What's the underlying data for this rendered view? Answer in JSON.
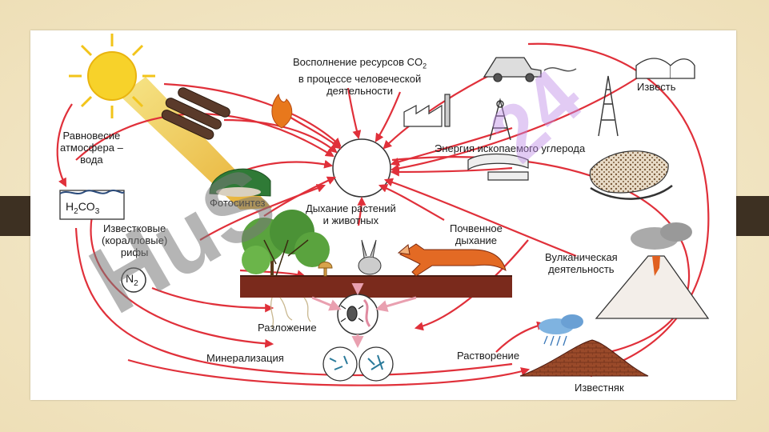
{
  "labels": {
    "replenish_line1": "Восполнение ресурсов CO",
    "replenish_sub": "2",
    "replenish_line2": "в процессе человеческой",
    "replenish_line3": "деятельности",
    "lime": "Известь",
    "equilibrium_line1": "Равновесие",
    "equilibrium_line2": "атмосфера –",
    "equilibrium_line3": "вода",
    "fossil_energy": "Энергия ископаемого углерода",
    "photosynthesis": "Фотосинтез",
    "respiration_line1": "Дыхание растений",
    "respiration_line2": "и животных",
    "reefs_line1": "Известковые",
    "reefs_line2": "(коралловые)",
    "reefs_line3": "рифы",
    "soil_resp_line1": "Почвенное",
    "soil_resp_line2": "дыхание",
    "volcanic_line1": "Вулканическая",
    "volcanic_line2": "деятельность",
    "decomposition": "Разложение",
    "mineralization": "Минерализация",
    "dissolution": "Растворение",
    "limestone": "Известняк"
  },
  "formulas": {
    "h2co3_h": "H",
    "h2co3_sub1": "2",
    "h2co3_co": "CO",
    "h2co3_sub2": "3",
    "n2_n": "N",
    "n2_sub": "2"
  },
  "watermark": {
    "main": "HuS",
    "corner": "24"
  },
  "colors": {
    "arrow": "#e0303a",
    "arrow_pink": "#e9a0b0",
    "soil": "#7a2a1c",
    "band": "#3d3022",
    "background": "#f3e7c8"
  }
}
